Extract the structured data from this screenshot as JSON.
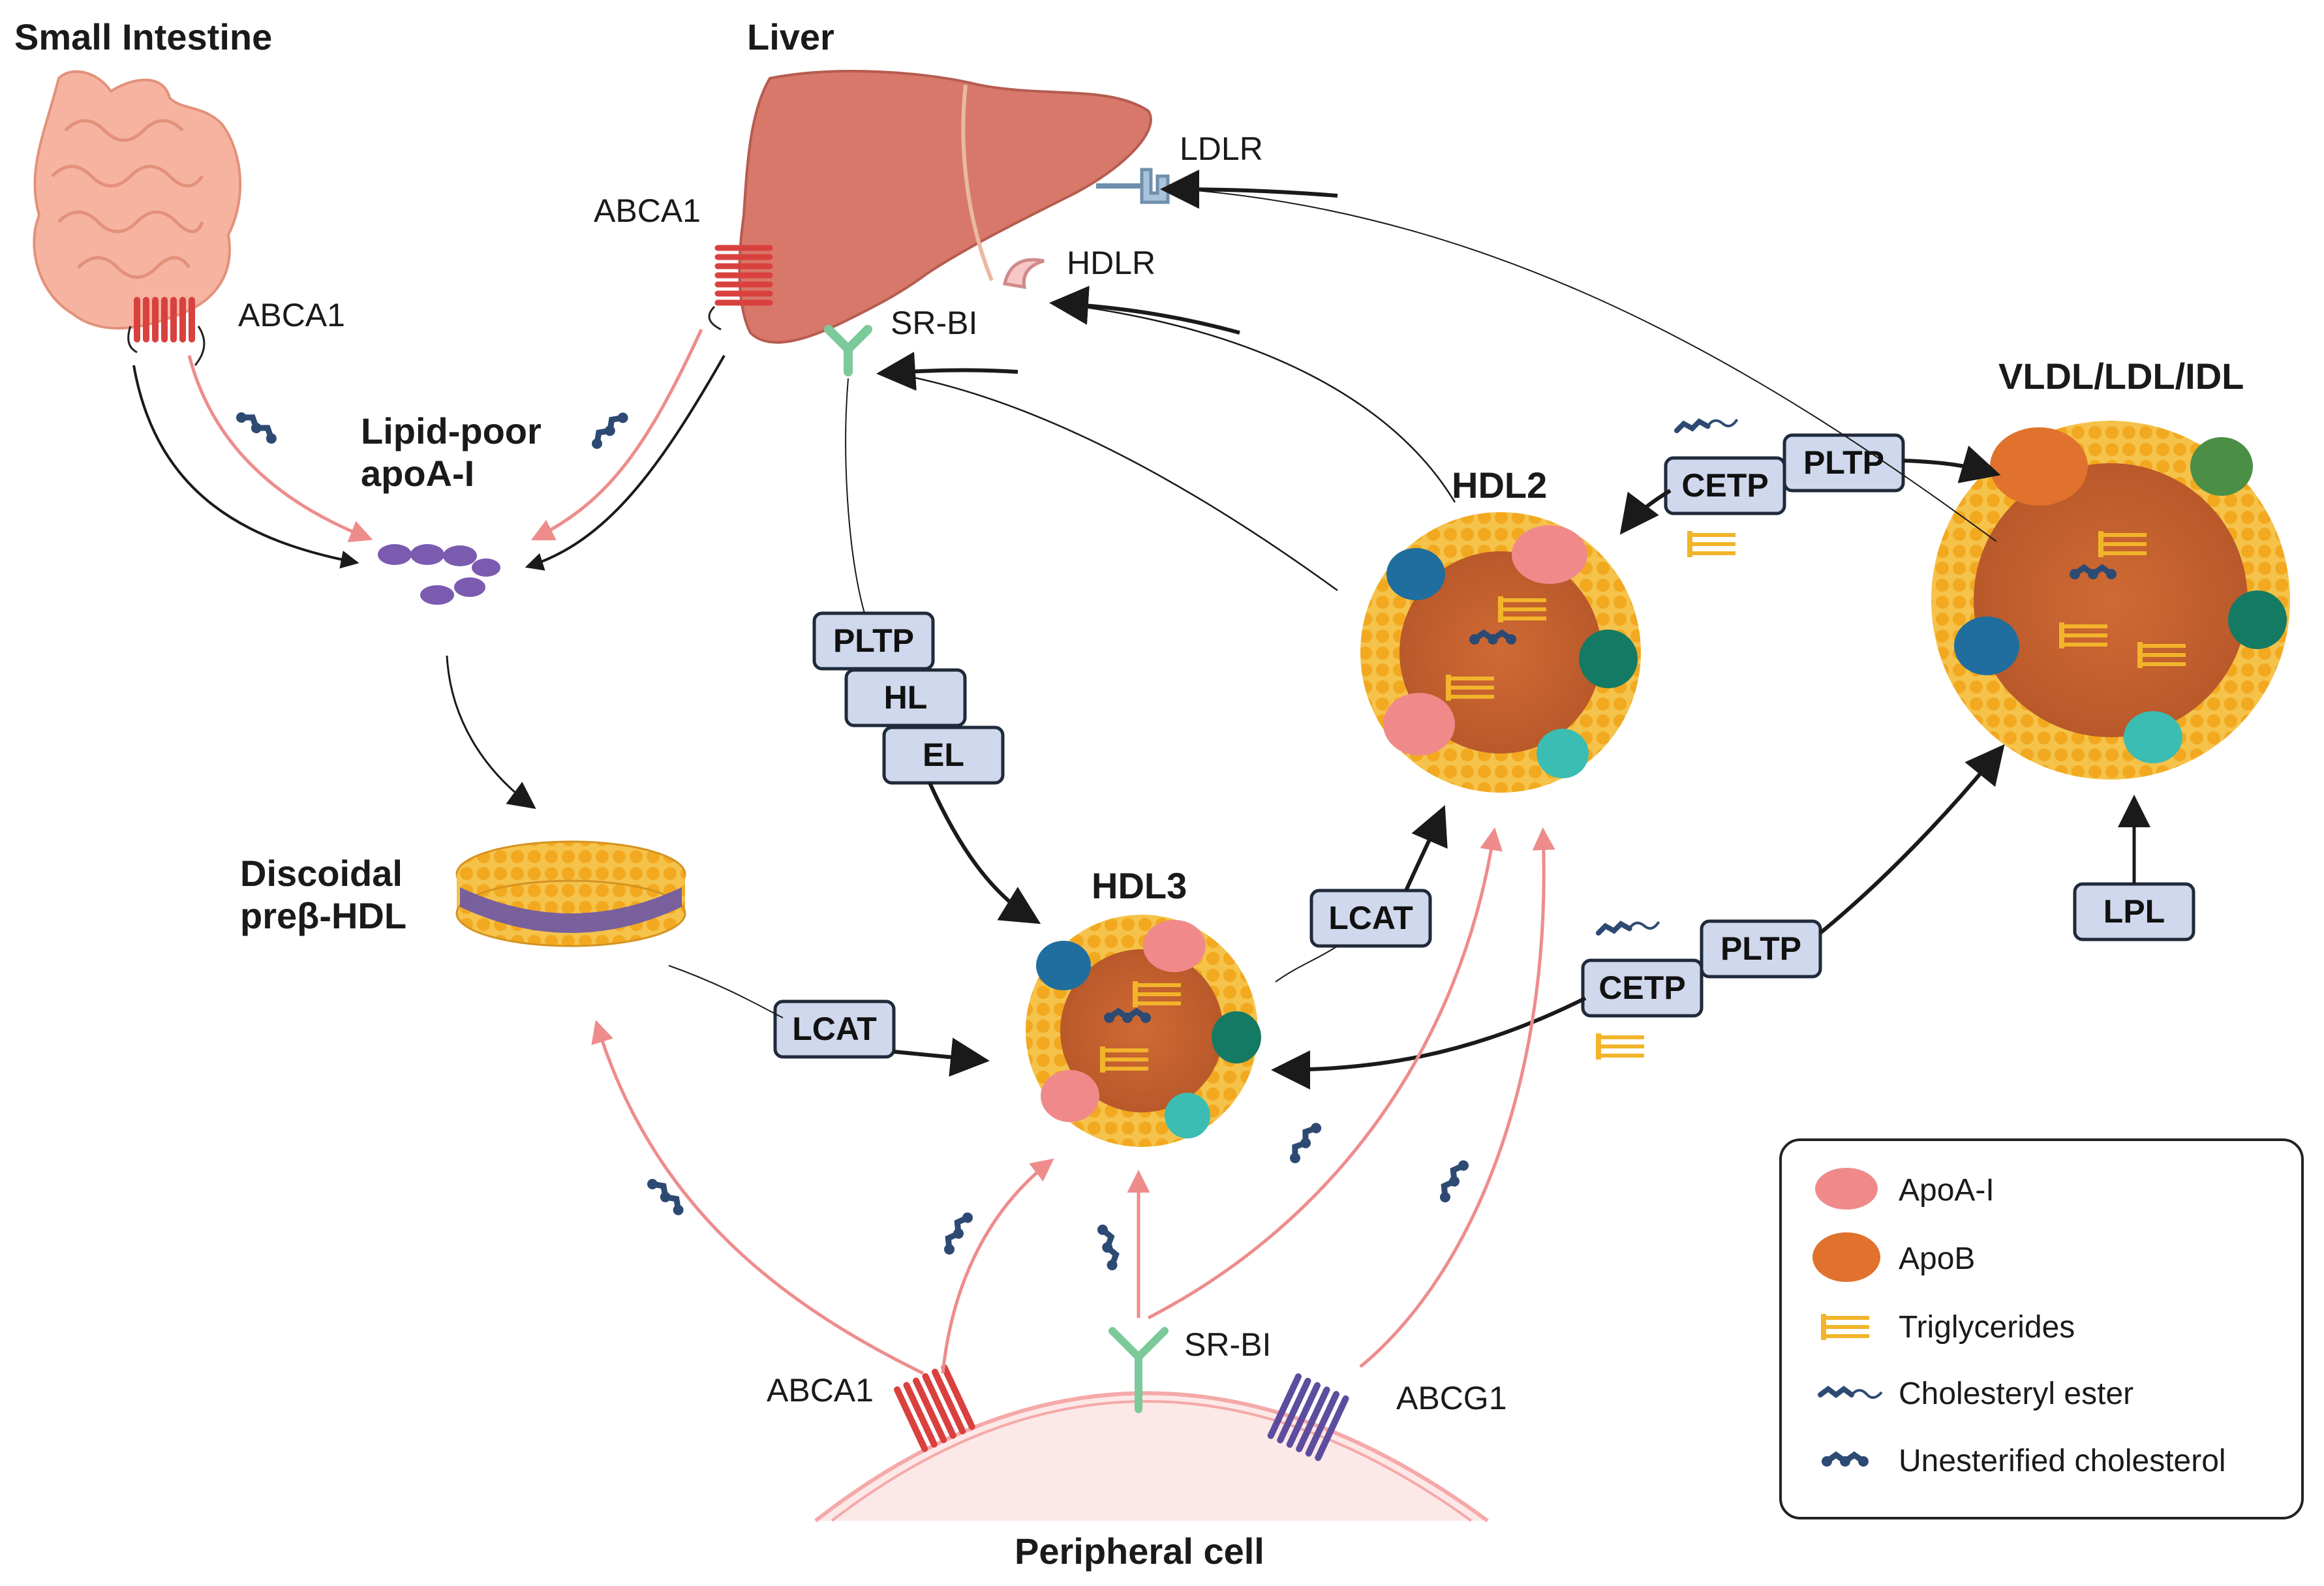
{
  "organs": {
    "small_intestine": "Small Intestine",
    "liver": "Liver",
    "peripheral_cell": "Peripheral cell"
  },
  "receptors": {
    "abca1_intestine": "ABCA1",
    "abca1_liver": "ABCA1",
    "ldlr": "LDLR",
    "hdlr": "HDLR",
    "srbi_liver": "SR-BI",
    "abca1_cell": "ABCA1",
    "srbi_cell": "SR-BI",
    "abcg1_cell": "ABCG1"
  },
  "particles": {
    "lipid_poor_line1": "Lipid-poor",
    "lipid_poor_line2": "apoA-I",
    "discoidal_line1": "Discoidal",
    "discoidal_line2": "preβ-HDL",
    "hdl3": "HDL3",
    "hdl2": "HDL2",
    "vldl": "VLDL/LDL/IDL"
  },
  "enzymes": {
    "pltp_left": "PLTP",
    "hl": "HL",
    "el": "EL",
    "lcat_disc": "LCAT",
    "lcat_hdl3": "LCAT",
    "cetp_top": "CETP",
    "pltp_top": "PLTP",
    "cetp_mid": "CETP",
    "pltp_mid": "PLTP",
    "lpl": "LPL"
  },
  "legend": {
    "items": [
      {
        "label": "ApoA-I",
        "icon": "apoa1-icon",
        "color": "#f08a8a"
      },
      {
        "label": "ApoB",
        "icon": "apob-icon",
        "color": "#e0722e"
      },
      {
        "label": "Triglycerides",
        "icon": "triglyceride-icon",
        "color": "#f2b42a"
      },
      {
        "label": "Cholesteryl ester",
        "icon": "cholesteryl-ester-icon",
        "color": "#2d4a73"
      },
      {
        "label": "Unesterified cholesterol",
        "icon": "unesterified-cholesterol-icon",
        "color": "#2d4a73"
      }
    ]
  },
  "colors": {
    "black_arrow": "#1a1a1a",
    "pink_arrow": "#ee8c8c",
    "enzyme_box": "#cfd8ec",
    "particle_core": "#c8622f",
    "particle_shell": "#f2b42a",
    "liver": "#d8786a",
    "intestine": "#f6b4a0"
  }
}
